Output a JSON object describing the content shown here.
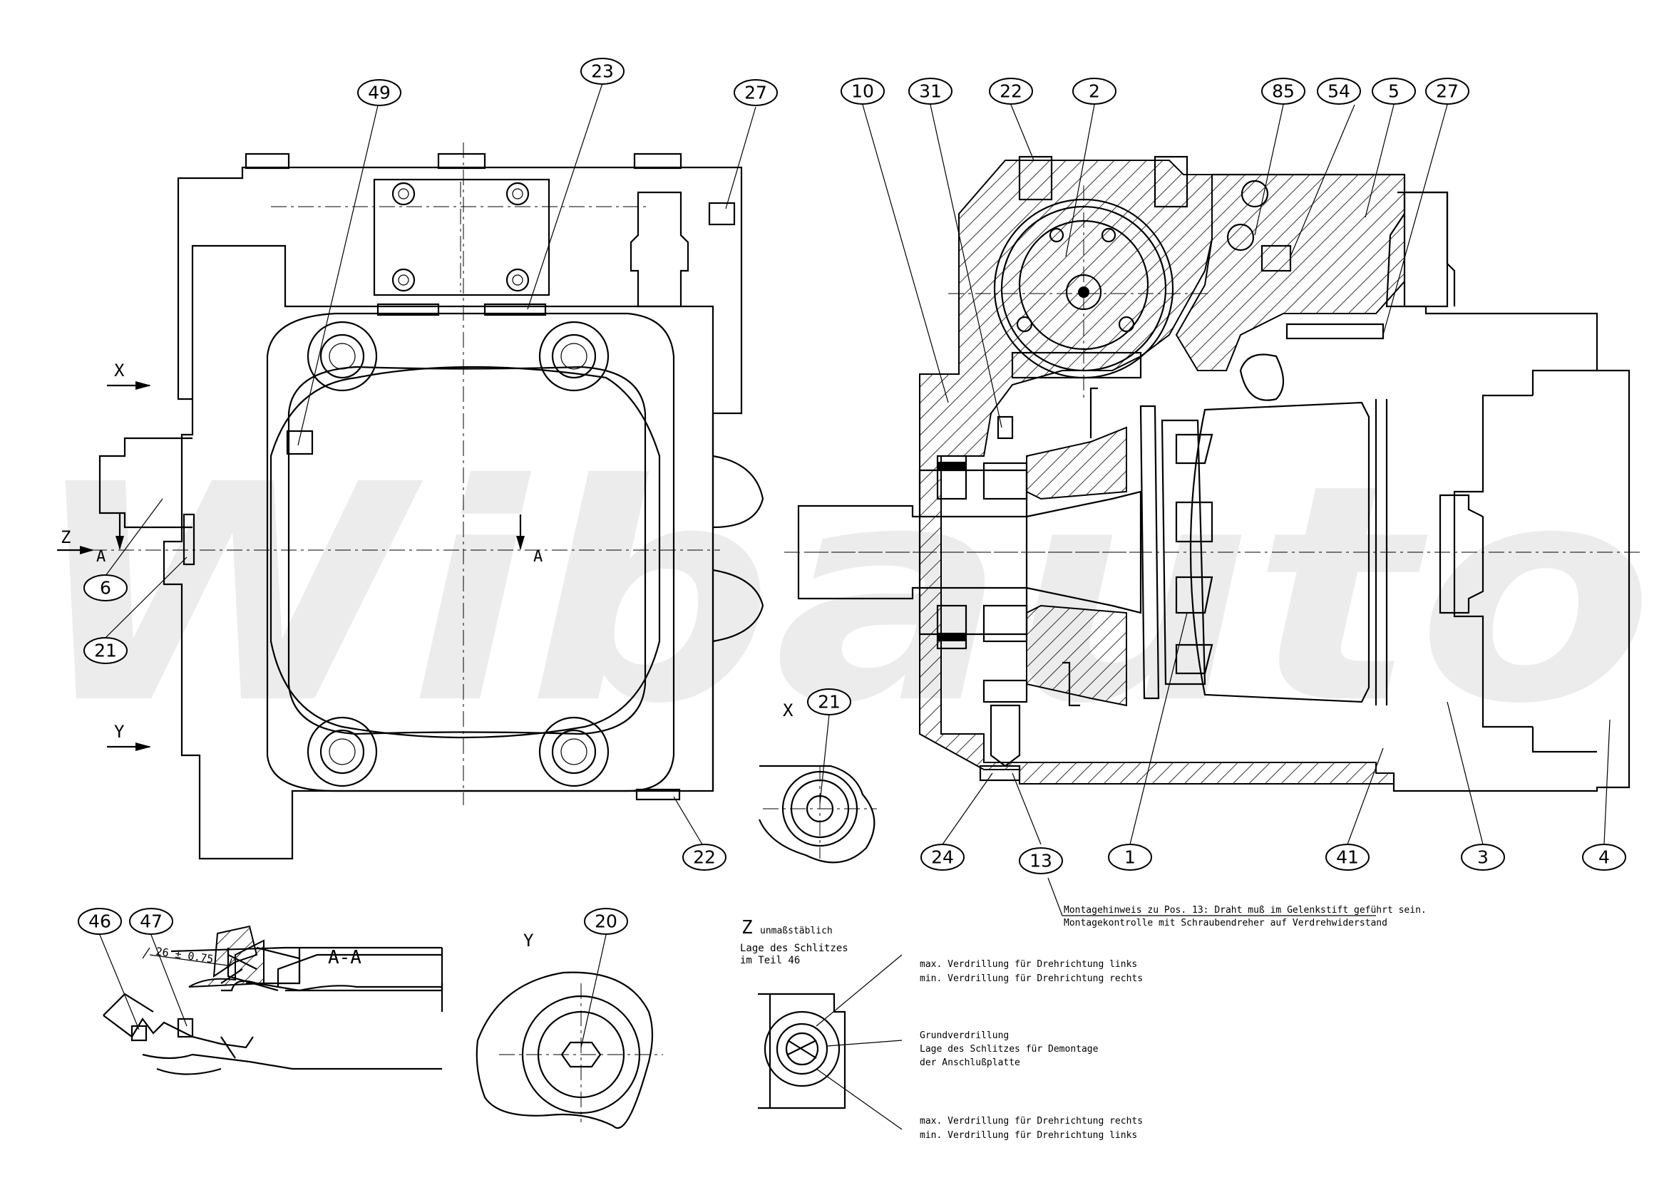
{
  "watermark": "Wibauto",
  "view_labels": {
    "x": "X",
    "y": "Y",
    "z": "Z",
    "a": "A",
    "section_aa": "A-A",
    "view_x": "X",
    "view_y": "Y",
    "view_z": "Z",
    "view_z_note": "unmaßstäblich"
  },
  "dimension": "26 ± 0.75",
  "callouts": [
    "49",
    "23",
    "27",
    "10",
    "31",
    "22",
    "2",
    "85",
    "54",
    "5",
    "27",
    "6",
    "21",
    "21",
    "22",
    "24",
    "13",
    "1",
    "41",
    "3",
    "4",
    "46",
    "47",
    "20"
  ],
  "notes": {
    "montage_line1": "Montagehinweis zu Pos. 13: Draht muß im Gelenkstift geführt sein.",
    "montage_line2": "Montagekontrolle mit Schraubendreher auf Verdrehwiderstand",
    "schlitz_line1": "Lage des Schlitzes",
    "schlitz_line2": "im Teil 46",
    "max_links_1": "max. Verdrillung für Drehrichtung links",
    "max_links_2": "min. Verdrillung für Drehrichtung rechts",
    "grund_1": "Grundverdrillung",
    "grund_2": "Lage des Schlitzes für Demontage",
    "grund_3": "der Anschlußplatte",
    "max_rechts_1": "max. Verdrillung für Drehrichtung rechts",
    "max_rechts_2": "min. Verdrillung für Drehrichtung links"
  }
}
